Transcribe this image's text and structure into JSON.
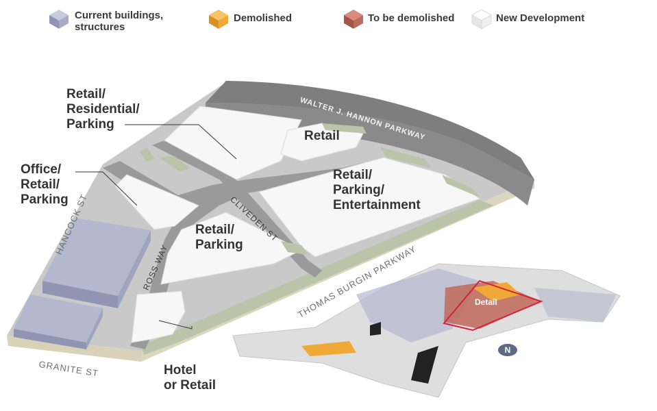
{
  "legend": [
    {
      "id": "current",
      "label_line1": "Current buildings,",
      "label_line2": "structures",
      "color": "#a7acc4"
    },
    {
      "id": "demolished",
      "label_line1": "Demolished",
      "label_line2": "",
      "color": "#f0a937"
    },
    {
      "id": "to_be_demolished",
      "label_line1": "To be demolished",
      "label_line2": "",
      "color": "#c06a5a"
    },
    {
      "id": "new_development",
      "label_line1": "New Development",
      "label_line2": "",
      "color": "#f5f5f5"
    }
  ],
  "zones": {
    "retail_residential_parking": [
      "Retail/",
      "Residential/",
      "Parking"
    ],
    "office_retail_parking": [
      "Office/",
      "Retail/",
      "Parking"
    ],
    "retail": [
      "Retail"
    ],
    "retail_parking_entertainment": [
      "Retail/",
      "Parking/",
      "Entertainment"
    ],
    "retail_parking": [
      "Retail/",
      "Parking"
    ],
    "hotel_or_retail": [
      "Hotel",
      "or Retail"
    ]
  },
  "streets": {
    "hannon": "WALTER J. HANNON PARKWAY",
    "hancock": "HANCOCK ST",
    "cliveden": "CLIVEDEN ST",
    "ross": "ROSS WAY",
    "burgin": "THOMAS BURGIN PARKWAY",
    "granite": "GRANITE ST"
  },
  "inset": {
    "detail_label": "Detail",
    "north_label": "N"
  },
  "colors": {
    "road": "#8c8c8c",
    "parkway": "#8a8a8a",
    "green": "#b9c4a8",
    "current": "#a7acc4",
    "demolished": "#f0a937",
    "to_be_demolished": "#c06a5a",
    "new": "#f7f7f7",
    "highlight": "#d6213a"
  }
}
